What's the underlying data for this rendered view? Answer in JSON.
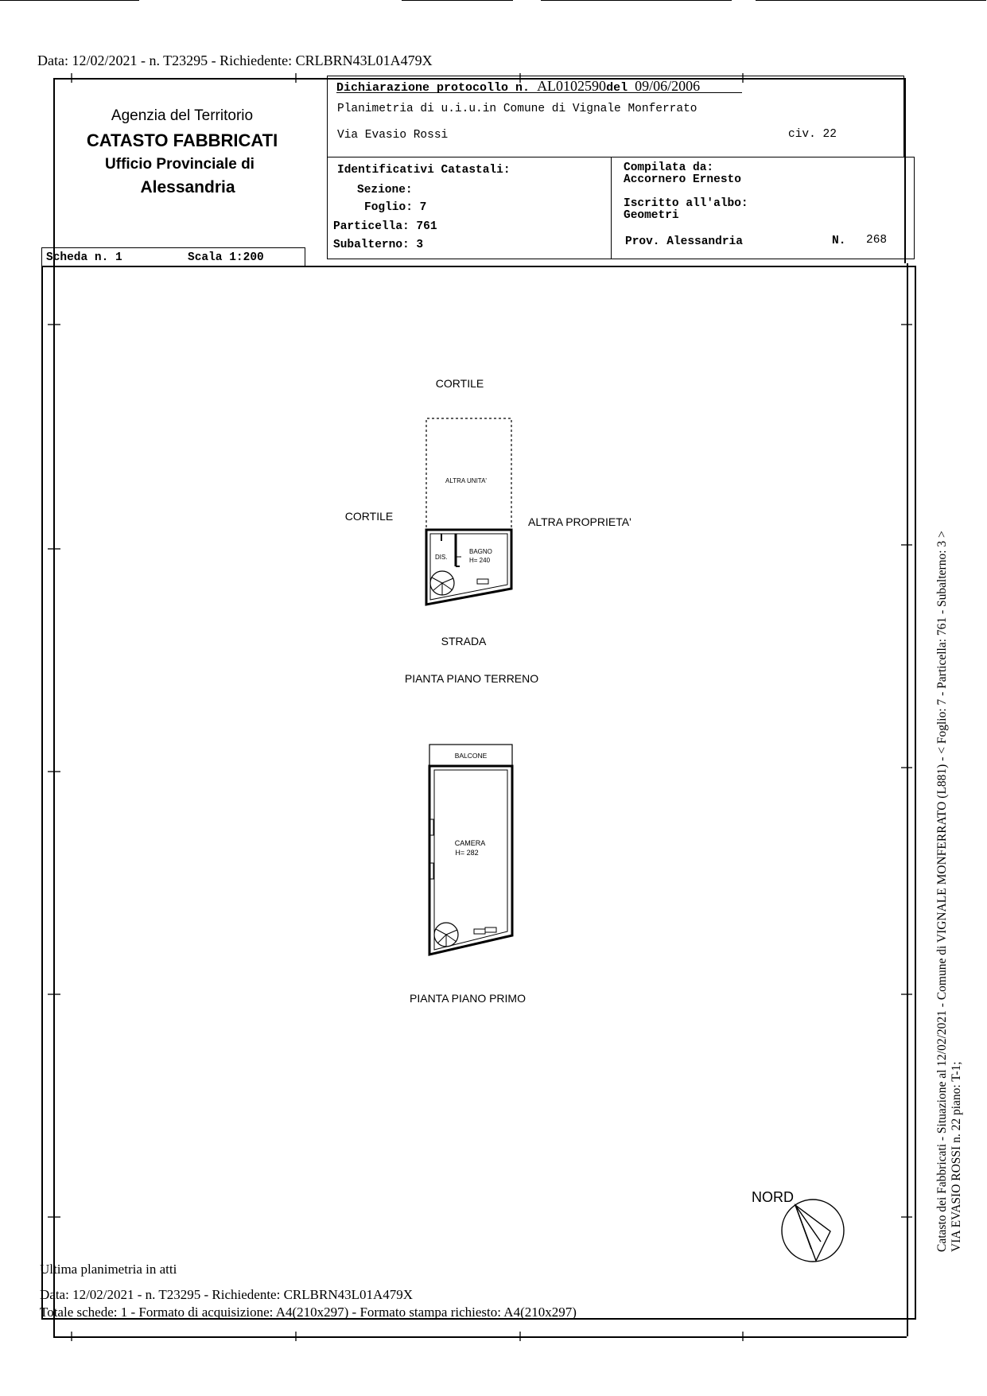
{
  "top_info": "Data: 12/02/2021 - n. T23295 - Richiedente: CRLBRN43L01A479X",
  "agency": {
    "line1": "Agenzia del Territorio",
    "line2": "CATASTO FABBRICATI",
    "line3": "Ufficio Provinciale di",
    "line4": "Alessandria"
  },
  "header": {
    "protocol_label": "Dichiarazione protocollo n.",
    "protocol_no": "AL0102590",
    "protocol_del": "del",
    "protocol_date": "09/06/2006",
    "planimetria": "Planimetria di u.i.u.in Comune di Vignale Monferrato",
    "via": "Via Evasio Rossi",
    "civ": "civ. 22"
  },
  "ids": {
    "title": "Identificativi Catastali:",
    "sezione": "Sezione:",
    "foglio": "Foglio: 7",
    "particella": "Particella: 761",
    "subalterno": "Subalterno: 3"
  },
  "compiler": {
    "compilata_label": "Compilata da:",
    "name": "Accornero Ernesto",
    "iscritto_label": "Iscritto all'albo:",
    "albo": "Geometri",
    "prov": "Prov. Alessandria",
    "n_label": "N.",
    "n_value": "268"
  },
  "scheda": {
    "label": "Scheda n. 1",
    "scala": "Scala 1:200"
  },
  "plan": {
    "cortile_top": "CORTILE",
    "cortile_left": "CORTILE",
    "altra_unita": "ALTRA UNITA'",
    "altra_proprieta": "ALTRA PROPRIETA'",
    "dis": "DIS.",
    "bagno": "BAGNO",
    "bagno_h": "H= 240",
    "strada": "STRADA",
    "piano_terreno": "PIANTA PIANO TERRENO",
    "balcone": "BALCONE",
    "camera": "CAMERA",
    "camera_h": "H= 282",
    "piano_primo": "PIANTA PIANO PRIMO",
    "nord": "NORD"
  },
  "side_text": {
    "line1": "Catasto dei Fabbricati - Situazione al 12/02/2021 - Comune di VIGNALE MONFERRATO (L881) - < Foglio: 7 - Particella: 761 - Subalterno: 3 >",
    "line2": "VIA EVASIO ROSSI n. 22 piano: T-1;"
  },
  "footer": {
    "ultima": "Ultima planimetria in atti",
    "data": "Data: 12/02/2021 - n. T23295 - Richiedente: CRLBRN43L01A479X",
    "totale": "Totale schede: 1 - Formato di acquisizione: A4(210x297) - Formato stampa richiesto: A4(210x297)"
  }
}
